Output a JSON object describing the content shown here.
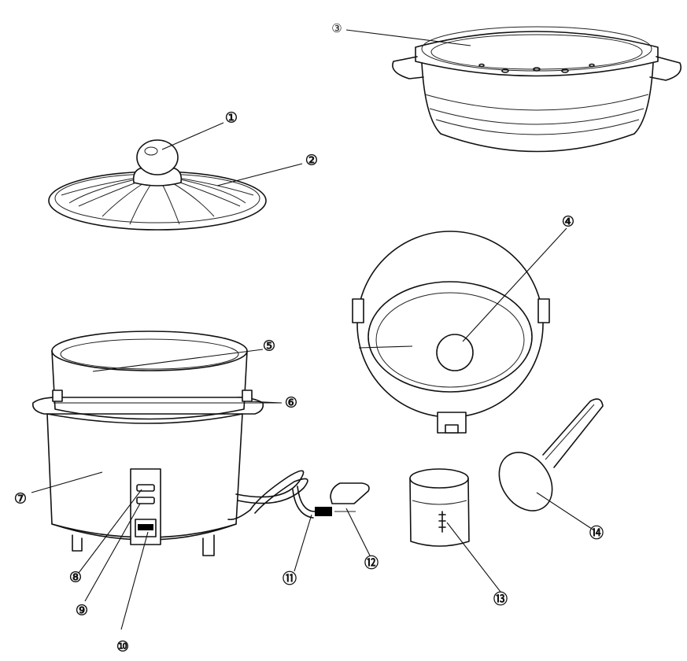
{
  "callouts": [
    {
      "id": "1",
      "label": "①"
    },
    {
      "id": "2",
      "label": "②"
    },
    {
      "id": "3",
      "label": "③"
    },
    {
      "id": "4",
      "label": "④"
    },
    {
      "id": "5",
      "label": "⑤"
    },
    {
      "id": "6",
      "label": "⑥"
    },
    {
      "id": "7",
      "label": "⑦"
    },
    {
      "id": "8",
      "label": "⑧"
    },
    {
      "id": "9",
      "label": "⑨"
    },
    {
      "id": "10",
      "label": "⑩"
    },
    {
      "id": "11",
      "label": "⑪"
    },
    {
      "id": "12",
      "label": "⑫"
    },
    {
      "id": "13",
      "label": "⑬"
    },
    {
      "id": "14",
      "label": "⑭"
    }
  ],
  "palette": {
    "line": "#111111",
    "background": "#ffffff"
  }
}
